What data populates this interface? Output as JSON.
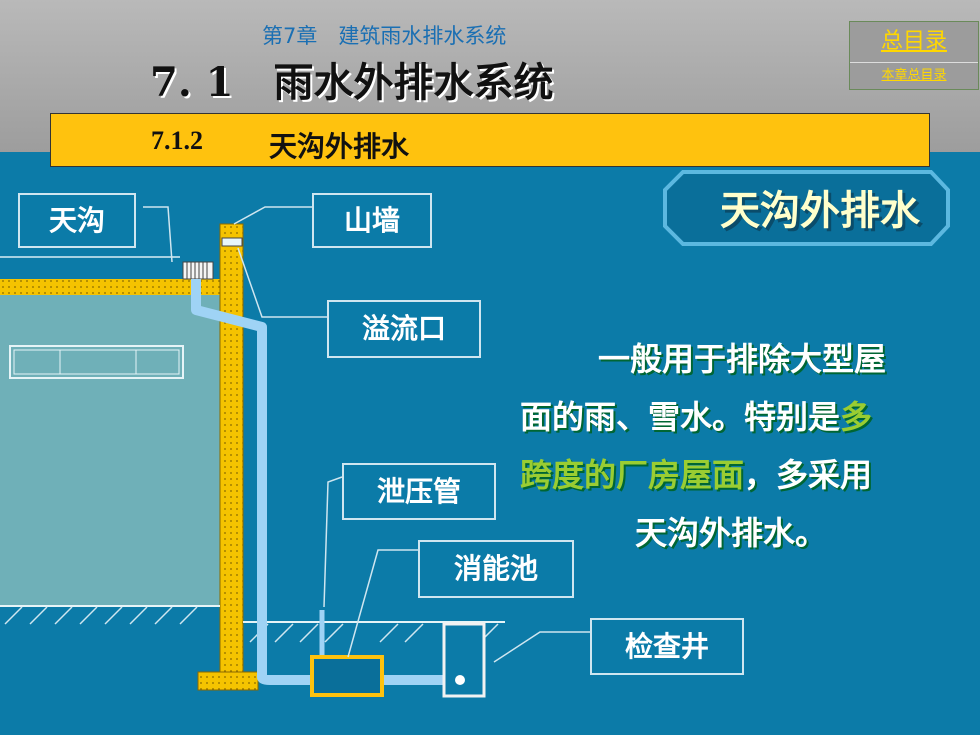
{
  "header": {
    "chapter": "第7章　建筑雨水排水系统",
    "title": "7. 1　雨水外排水系统",
    "nav_main": "总目录",
    "nav_chapter": "本章总目录"
  },
  "section": {
    "number": "7.1.2",
    "title": "天沟外排水"
  },
  "tag": "天沟外排水",
  "labels": {
    "gutter": "天沟",
    "gable_wall": "山墙",
    "overflow": "溢流口",
    "relief_pipe": "泄压管",
    "energy_pool": "消能池",
    "inspection_well": "检查井"
  },
  "description": {
    "line1": "一般用于排除大型屋",
    "line2_a": "面的雨、雪水。特别是",
    "line2_b": "多",
    "line3_a": "跨度的厂房屋面",
    "line3_b": "，多采用",
    "line4": "天沟外排水。"
  },
  "colors": {
    "header_gray": "#a9a9a9",
    "main_blue": "#0c7ba8",
    "section_yellow": "#ffc20e",
    "highlight_green": "#9acd32",
    "pipe_blue": "#9fd3f5"
  }
}
